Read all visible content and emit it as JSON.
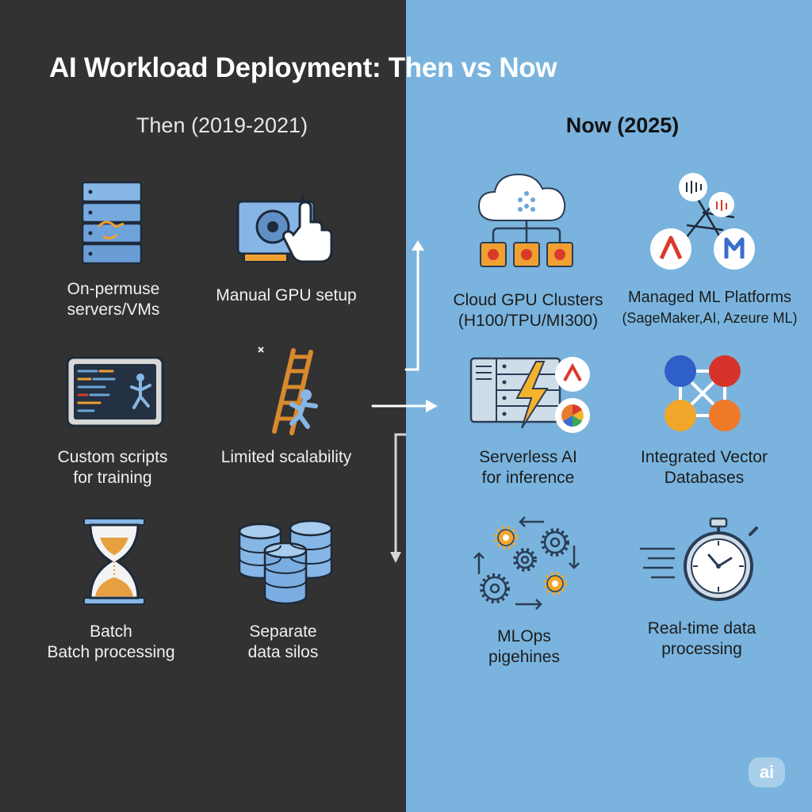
{
  "title": "AI Workload Deployment: Then vs Now",
  "then": {
    "heading": "Then (2019-2021)",
    "items": [
      {
        "icon": "server-stack-icon",
        "lines": [
          "On-permuse",
          "servers/VMs"
        ]
      },
      {
        "icon": "gpu-card-hand-icon",
        "lines": [
          "Manual GPU setup"
        ]
      },
      {
        "icon": "code-monitor-icon",
        "lines": [
          "Custom scripts",
          "for training"
        ]
      },
      {
        "icon": "ladder-climber-icon",
        "lines": [
          "Limited scalability"
        ]
      },
      {
        "icon": "hourglass-icon",
        "lines": [
          "Batch",
          "Batch processing"
        ]
      },
      {
        "icon": "database-silos-icon",
        "lines": [
          "Separate",
          "data silos"
        ]
      }
    ]
  },
  "now": {
    "heading": "Now (2025)",
    "items": [
      {
        "icon": "cloud-gpu-cluster-icon",
        "lines": [
          "Cloud GPU Clusters",
          "(H100/TPU/MI300)"
        ]
      },
      {
        "icon": "ml-platforms-network-icon",
        "lines": [
          "Managed ML Platforms",
          "(SageMaker,AI, Azeure ML)"
        ]
      },
      {
        "icon": "serverless-bolt-icon",
        "lines": [
          "Serverless AI",
          "for inference"
        ]
      },
      {
        "icon": "vector-database-graph-icon",
        "lines": [
          "Integrated Vector",
          "Databases"
        ]
      },
      {
        "icon": "mlops-gears-icon",
        "lines": [
          "MLOps",
          "pigehines"
        ]
      },
      {
        "icon": "stopwatch-icon",
        "lines": [
          "Real-time data",
          "processing"
        ]
      }
    ]
  },
  "badge": "ai",
  "colors": {
    "left_bg": "#323232",
    "right_bg": "#7ab4de",
    "accent_orange": "#f0a030",
    "accent_red": "#d93a2b",
    "icon_blue": "#6aa6d8"
  }
}
